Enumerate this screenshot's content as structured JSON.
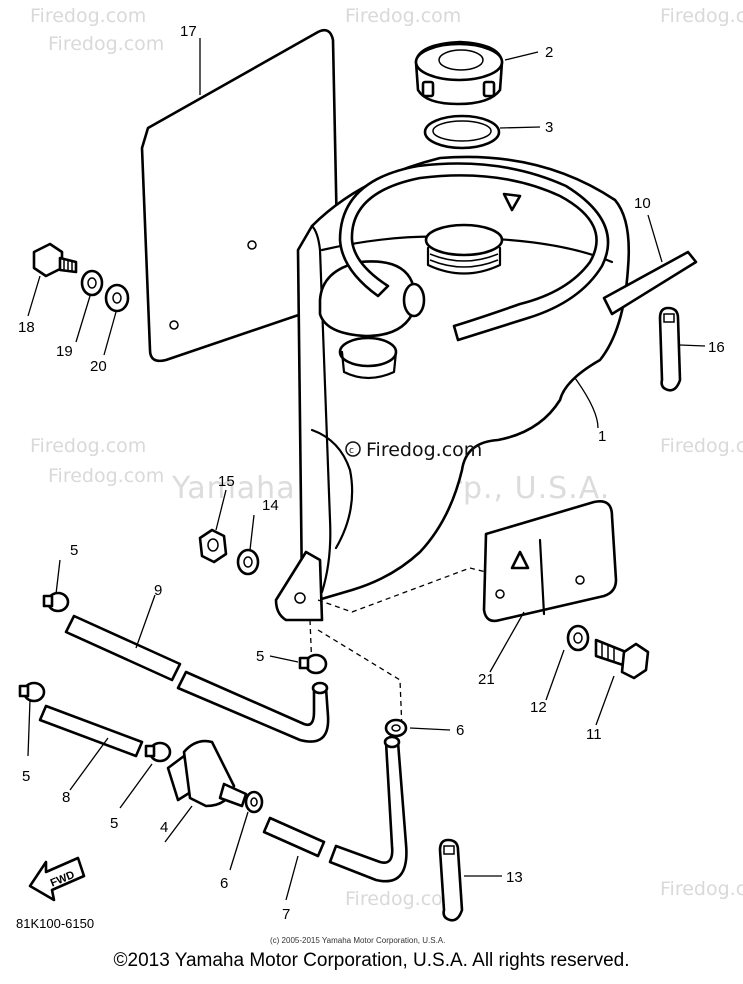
{
  "watermarks": {
    "brand": "Firedog.com",
    "center_brand": "Firedog.com",
    "company": "Yamaha Motor Corp., U.S.A."
  },
  "diagram": {
    "callouts": [
      "1",
      "2",
      "3",
      "4",
      "5",
      "6",
      "7",
      "8",
      "9",
      "10",
      "11",
      "12",
      "13",
      "14",
      "15",
      "16",
      "17",
      "18",
      "19",
      "20",
      "21"
    ],
    "drawing_number": "81K100-6150",
    "fwd_label": "FWD",
    "fine_print": "(c) 2005-2015 Yamaha Motor Corporation, U.S.A."
  },
  "footer": {
    "copyright": "©2013 Yamaha Motor Corporation, U.S.A. All rights reserved."
  }
}
